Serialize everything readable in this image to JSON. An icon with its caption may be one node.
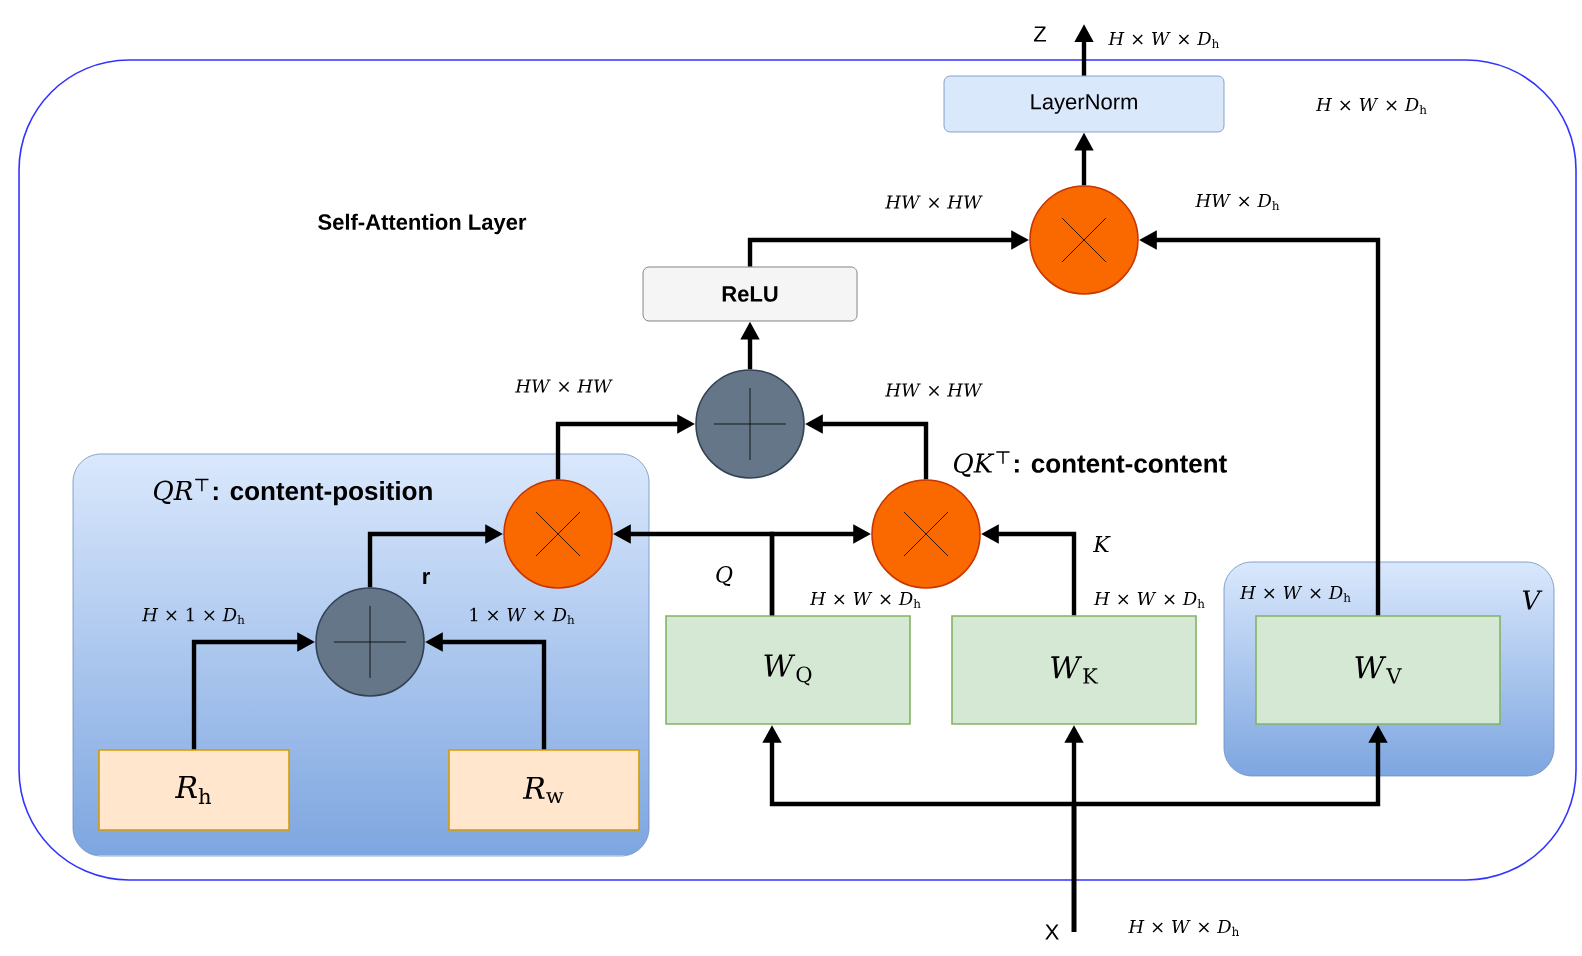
{
  "diagram": {
    "nodes": [
      {
        "text": [
          "Self-Attention Layer"
        ]
      },
      {
        "text": [
          "LayerNorm"
        ],
        "in": 0
      },
      {
        "text": [
          "ReLU"
        ],
        "in": 0
      },
      {
        "text": [],
        "shape": "circle",
        "in": 0
      },
      {
        "text": [],
        "shape": "circle",
        "in": 0
      },
      {
        "text": [
          "*QR*$^{⊤}$**: content-position**"
        ],
        "in": 0
      },
      {
        "text": [],
        "shape": "circle",
        "in": 5
      },
      {
        "text": [],
        "shape": "circle",
        "in": 0,
        "beside": [
          "*QK*$^{⊤}$**: content-content**"
        ]
      },
      {
        "text": [],
        "shape": "circle",
        "in": 5,
        "beside": [
          "**r**"
        ]
      },
      {
        "text": [
          "*R*$_{h}$"
        ],
        "in": 5
      },
      {
        "text": [
          "*R*$_{w}$"
        ],
        "in": 5
      },
      {
        "text": [
          "*W*$_{Q}$"
        ],
        "in": 0
      },
      {
        "text": [
          "*W*$_{K}$"
        ],
        "in": 0
      },
      {
        "text": [
          "*V*"
        ],
        "in": 0
      },
      {
        "text": [
          "*W*$_{V}$"
        ],
        "in": 13
      },
      {
        "text": [
          "X"
        ],
        "beside": [
          "*H* × *W* × *D*$_{h}$"
        ]
      },
      {
        "text": [
          "Z"
        ],
        "beside": [
          "*H* × *W* × *D*$_{h}$"
        ]
      }
    ],
    "edges": [
      {
        "from": 15,
        "to": 12,
        "arrow": "to"
      },
      {
        "from": 15,
        "to": 11,
        "arrow": "to"
      },
      {
        "from": 15,
        "to": 14,
        "arrow": "to"
      },
      {
        "from": 11,
        "to": 6,
        "arrow": "to",
        "label": "*Q*"
      },
      {
        "from": 11,
        "to": 7,
        "arrow": "to"
      },
      {
        "from": 12,
        "to": 7,
        "arrow": "to",
        "label": "*K*"
      },
      {
        "from": 9,
        "to": 8,
        "arrow": "to",
        "label": "*H* × 1 × *D*$_{h}$"
      },
      {
        "from": 10,
        "to": 8,
        "arrow": "to",
        "label": "1 × *W* × *D*$_{h}$"
      },
      {
        "from": 8,
        "to": 6,
        "arrow": "to"
      },
      {
        "from": 6,
        "to": 4,
        "arrow": "to",
        "label": "*HW* × *HW*"
      },
      {
        "from": 7,
        "to": 4,
        "arrow": "to",
        "label": "*HW* × *HW*"
      },
      {
        "from": 4,
        "to": 2,
        "arrow": "to"
      },
      {
        "from": 2,
        "to": 3,
        "arrow": "to",
        "label": "*HW* × *HW*"
      },
      {
        "from": 14,
        "to": 3,
        "arrow": "to",
        "label": "*HW* × *D*$_{h}$"
      },
      {
        "from": 3,
        "to": 1,
        "arrow": "to"
      },
      {
        "from": 1,
        "to": 16,
        "arrow": "to"
      }
    ],
    "labels": [
      "*H* × *W* × *D*$_{h}$",
      "*H* × *W* × *D*$_{h}$",
      "*H* × *W* × *D*$_{h}$",
      "*H* × *W* × *D*$_{h}$"
    ]
  }
}
